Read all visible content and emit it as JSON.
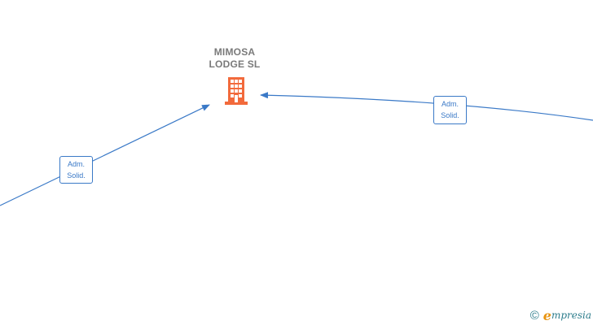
{
  "company": {
    "name_line1": "MIMOSA",
    "name_line2": "LODGE  SL",
    "icon": "building-icon",
    "icon_color": "#f26a3c",
    "label_color": "#7a7a7a"
  },
  "relations": [
    {
      "label_line1": "Adm.",
      "label_line2": "Solid."
    },
    {
      "label_line1": "Adm.",
      "label_line2": "Solid."
    }
  ],
  "edge_color": "#3a79c7",
  "footer": {
    "copyright_symbol": "©",
    "brand_initial": "e",
    "brand_rest": "mpresia",
    "brand_color": "#2d7d8c",
    "initial_color": "#e8930f"
  }
}
